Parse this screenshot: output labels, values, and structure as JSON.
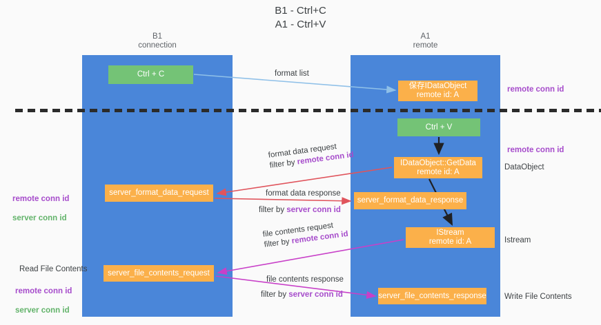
{
  "title": "B1 - Ctrl+C\nA1 - Ctrl+V",
  "columns": {
    "b1": {
      "header": "B1\nconnection"
    },
    "a1": {
      "header": "A1\nremote"
    }
  },
  "nodes": {
    "ctrl_c": {
      "label": "Ctrl + C",
      "color": "#74c376"
    },
    "save_idataobject": {
      "label": "保存IDataObject\nremote id: A",
      "color": "#fbb04a"
    },
    "ctrl_v": {
      "label": "Ctrl + V",
      "color": "#74c376"
    },
    "getdata": {
      "label": "IDataObject::GetData\nremote id: A",
      "color": "#fbb04a"
    },
    "server_format_data_request": {
      "label": "server_format_data_request",
      "color": "#fbb04a"
    },
    "server_format_data_response": {
      "label": "server_format_data_response",
      "color": "#fbb04a"
    },
    "istream": {
      "label": "IStream\nremote id: A",
      "color": "#fbb04a"
    },
    "server_file_contents_request": {
      "label": "server_file_contents_request",
      "color": "#fbb04a"
    },
    "server_file_contents_response": {
      "label": "server_file_contents_response",
      "color": "#fbb04a"
    }
  },
  "edge_captions": {
    "format_list": "format list",
    "format_data_request": "format data request",
    "filter_by": "filter by ",
    "remote_conn_id": "remote conn id",
    "server_conn_id": "server conn id",
    "format_data_response": "format data response",
    "file_contents_request": "file contents request",
    "file_contents_response": "file contents response"
  },
  "annotations": {
    "right_remote_conn_id_top": "remote conn id",
    "right_remote_conn_id_mid": "remote conn id",
    "right_dataobject": "DataObject",
    "right_istream": "Istream",
    "right_write_file_contents": "Write File Contents",
    "left_remote_conn_id": "remote conn id",
    "left_server_conn_id": "server conn id",
    "left_read_file_contents": "Read File Contents",
    "left_remote_conn_id_2": "remote conn id",
    "left_server_conn_id_2": "server conn id"
  },
  "colors": {
    "lane": "#4a86d9",
    "green_node": "#74c376",
    "orange_node": "#fbb04a",
    "purple_text": "#a64ccb",
    "green_text": "#62b36a",
    "arrow_blue": "#8fc0e8",
    "arrow_red": "#e0545c",
    "arrow_magenta": "#c840c8",
    "arrow_black": "#202124",
    "background": "#fafafa"
  }
}
